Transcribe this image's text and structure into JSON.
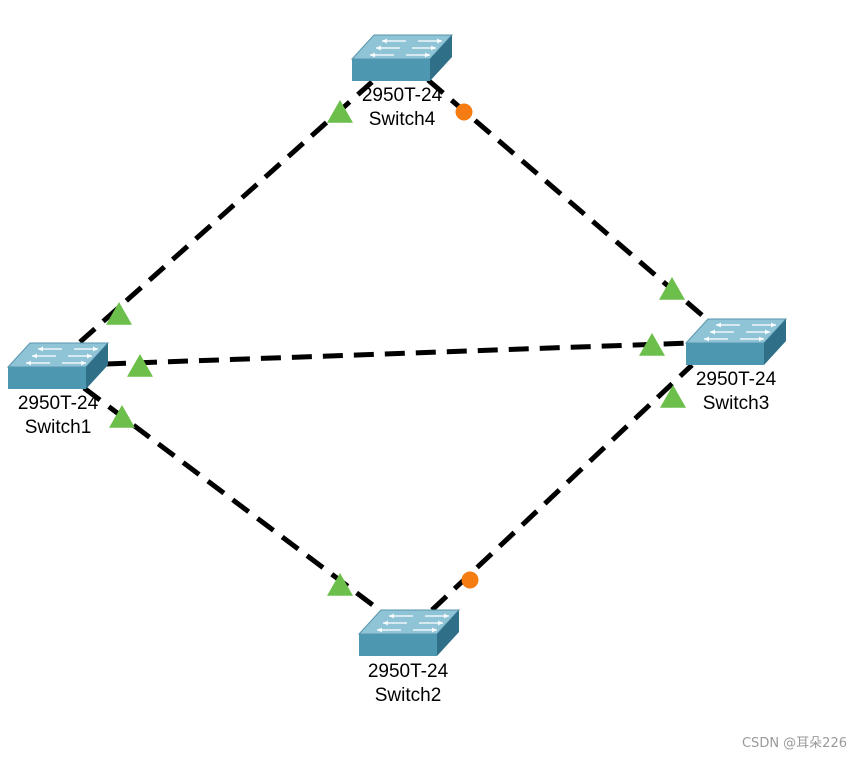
{
  "diagram": {
    "devices": [
      {
        "id": "switch1",
        "model": "2950T-24",
        "name": "Switch1"
      },
      {
        "id": "switch2",
        "model": "2950T-24",
        "name": "Switch2"
      },
      {
        "id": "switch3",
        "model": "2950T-24",
        "name": "Switch3"
      },
      {
        "id": "switch4",
        "model": "2950T-24",
        "name": "Switch4"
      }
    ],
    "links": [
      {
        "from": "switch1",
        "to": "switch4",
        "from_port_state": "forwarding",
        "to_port_state": "forwarding"
      },
      {
        "from": "switch4",
        "to": "switch3",
        "from_port_state": "blocking",
        "to_port_state": "forwarding"
      },
      {
        "from": "switch1",
        "to": "switch3",
        "from_port_state": "forwarding",
        "to_port_state": "forwarding"
      },
      {
        "from": "switch1",
        "to": "switch2",
        "from_port_state": "forwarding",
        "to_port_state": "forwarding"
      },
      {
        "from": "switch2",
        "to": "switch3",
        "from_port_state": "blocking",
        "to_port_state": "forwarding"
      }
    ],
    "colors": {
      "forwarding": "#6bbf4a",
      "blocking": "#f57c10",
      "link": "#000000",
      "switch_top": "#8fc3d6",
      "switch_front": "#4e97b1",
      "switch_side": "#2f6f88"
    }
  },
  "watermark": "CSDN @耳朵226"
}
